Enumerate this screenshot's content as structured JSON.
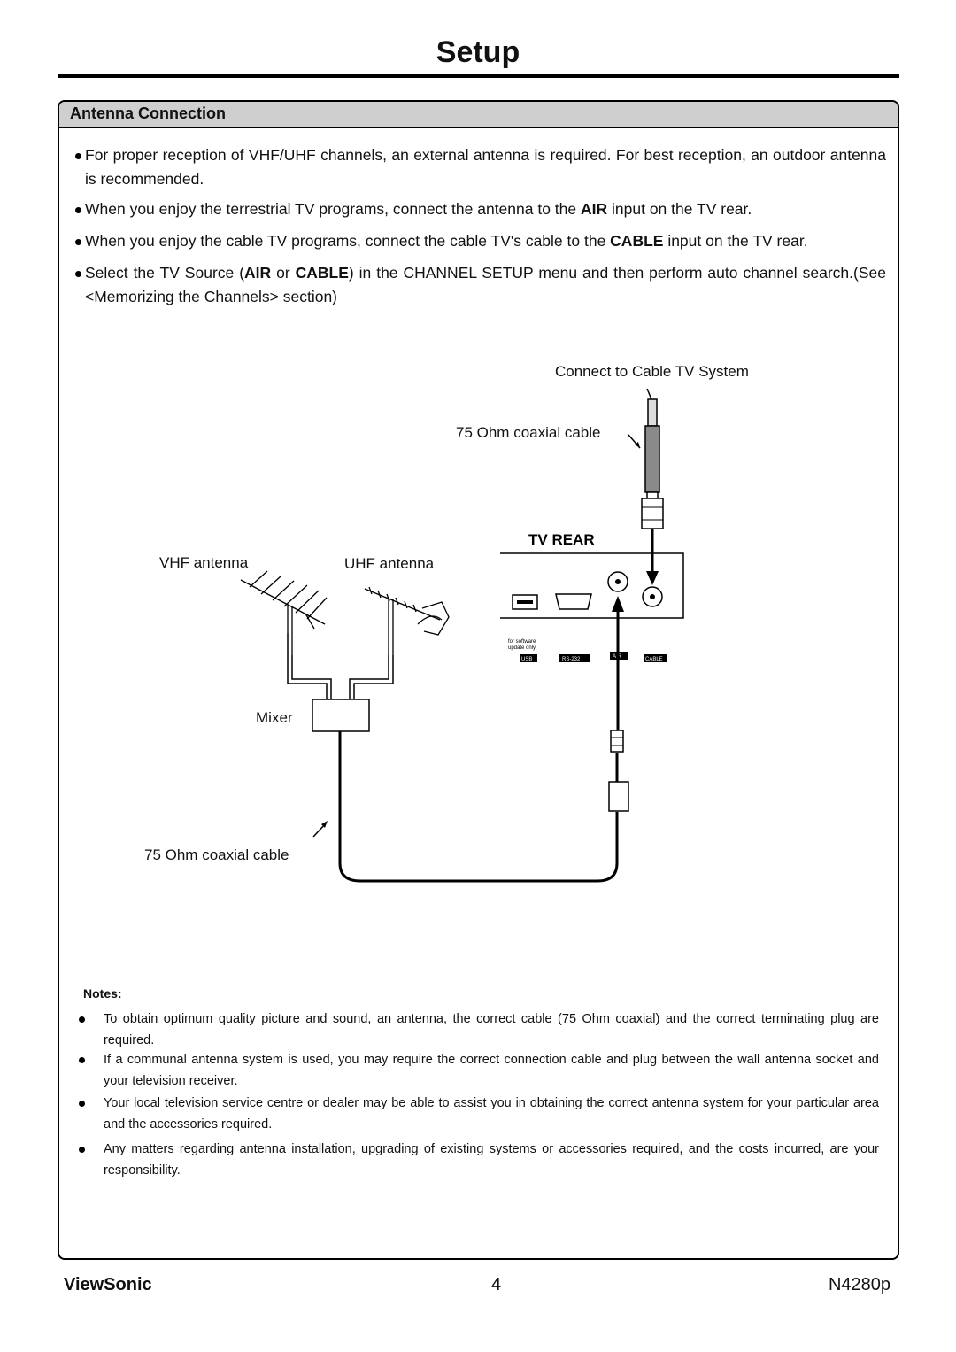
{
  "page": {
    "title": "Setup"
  },
  "section": {
    "title": "Antenna Connection"
  },
  "bullets": [
    "For proper reception of VHF/UHF channels, an external antenna is required. For best reception, an outdoor antenna is recommended.",
    {
      "a": "When you enjoy the terrestrial TV programs, connect the antenna to the ",
      "b": "AIR",
      "c": " input on the TV rear."
    },
    {
      "a": "When you enjoy the cable TV programs, connect the cable TV's cable to the ",
      "b": "CABLE",
      "c": " input on the TV rear."
    },
    {
      "a": "Select the TV Source (",
      "b": "AIR",
      "c": " or ",
      "d": "CABLE",
      "e": ") in the CHANNEL SETUP menu and then perform auto channel search.(See <Memorizing the Channels> section)"
    }
  ],
  "diagram": {
    "connect_cable": "Connect to Cable TV System",
    "coax_top": "75 Ohm coaxial cable",
    "tv_rear": "TV REAR",
    "vhf": "VHF antenna",
    "uhf": "UHF antenna",
    "mixer": "Mixer",
    "coax_bottom": "75 Ohm coaxial cable",
    "port_usb_note_1": "for software",
    "port_usb_note_2": "update only",
    "port_usb": "USB",
    "port_rs232": "RS-232",
    "port_air": "AIR",
    "port_cable": "CABLE"
  },
  "notes": {
    "title": "Notes:",
    "items": [
      "To obtain optimum quality picture and sound, an antenna, the correct cable (75 Ohm coaxial) and the correct terminating plug are required.",
      "If a communal antenna system is used, you may require the correct connection cable and plug between the wall antenna socket and your television receiver.",
      "Your local television service centre or dealer may be able to assist you in obtaining the correct antenna system for your particular area and the accessories required.",
      "Any matters regarding antenna installation, upgrading of existing systems or accessories required, and the costs incurred, are your responsibility."
    ]
  },
  "footer": {
    "brand": "ViewSonic",
    "page_number": "4",
    "model": "N4280p"
  }
}
